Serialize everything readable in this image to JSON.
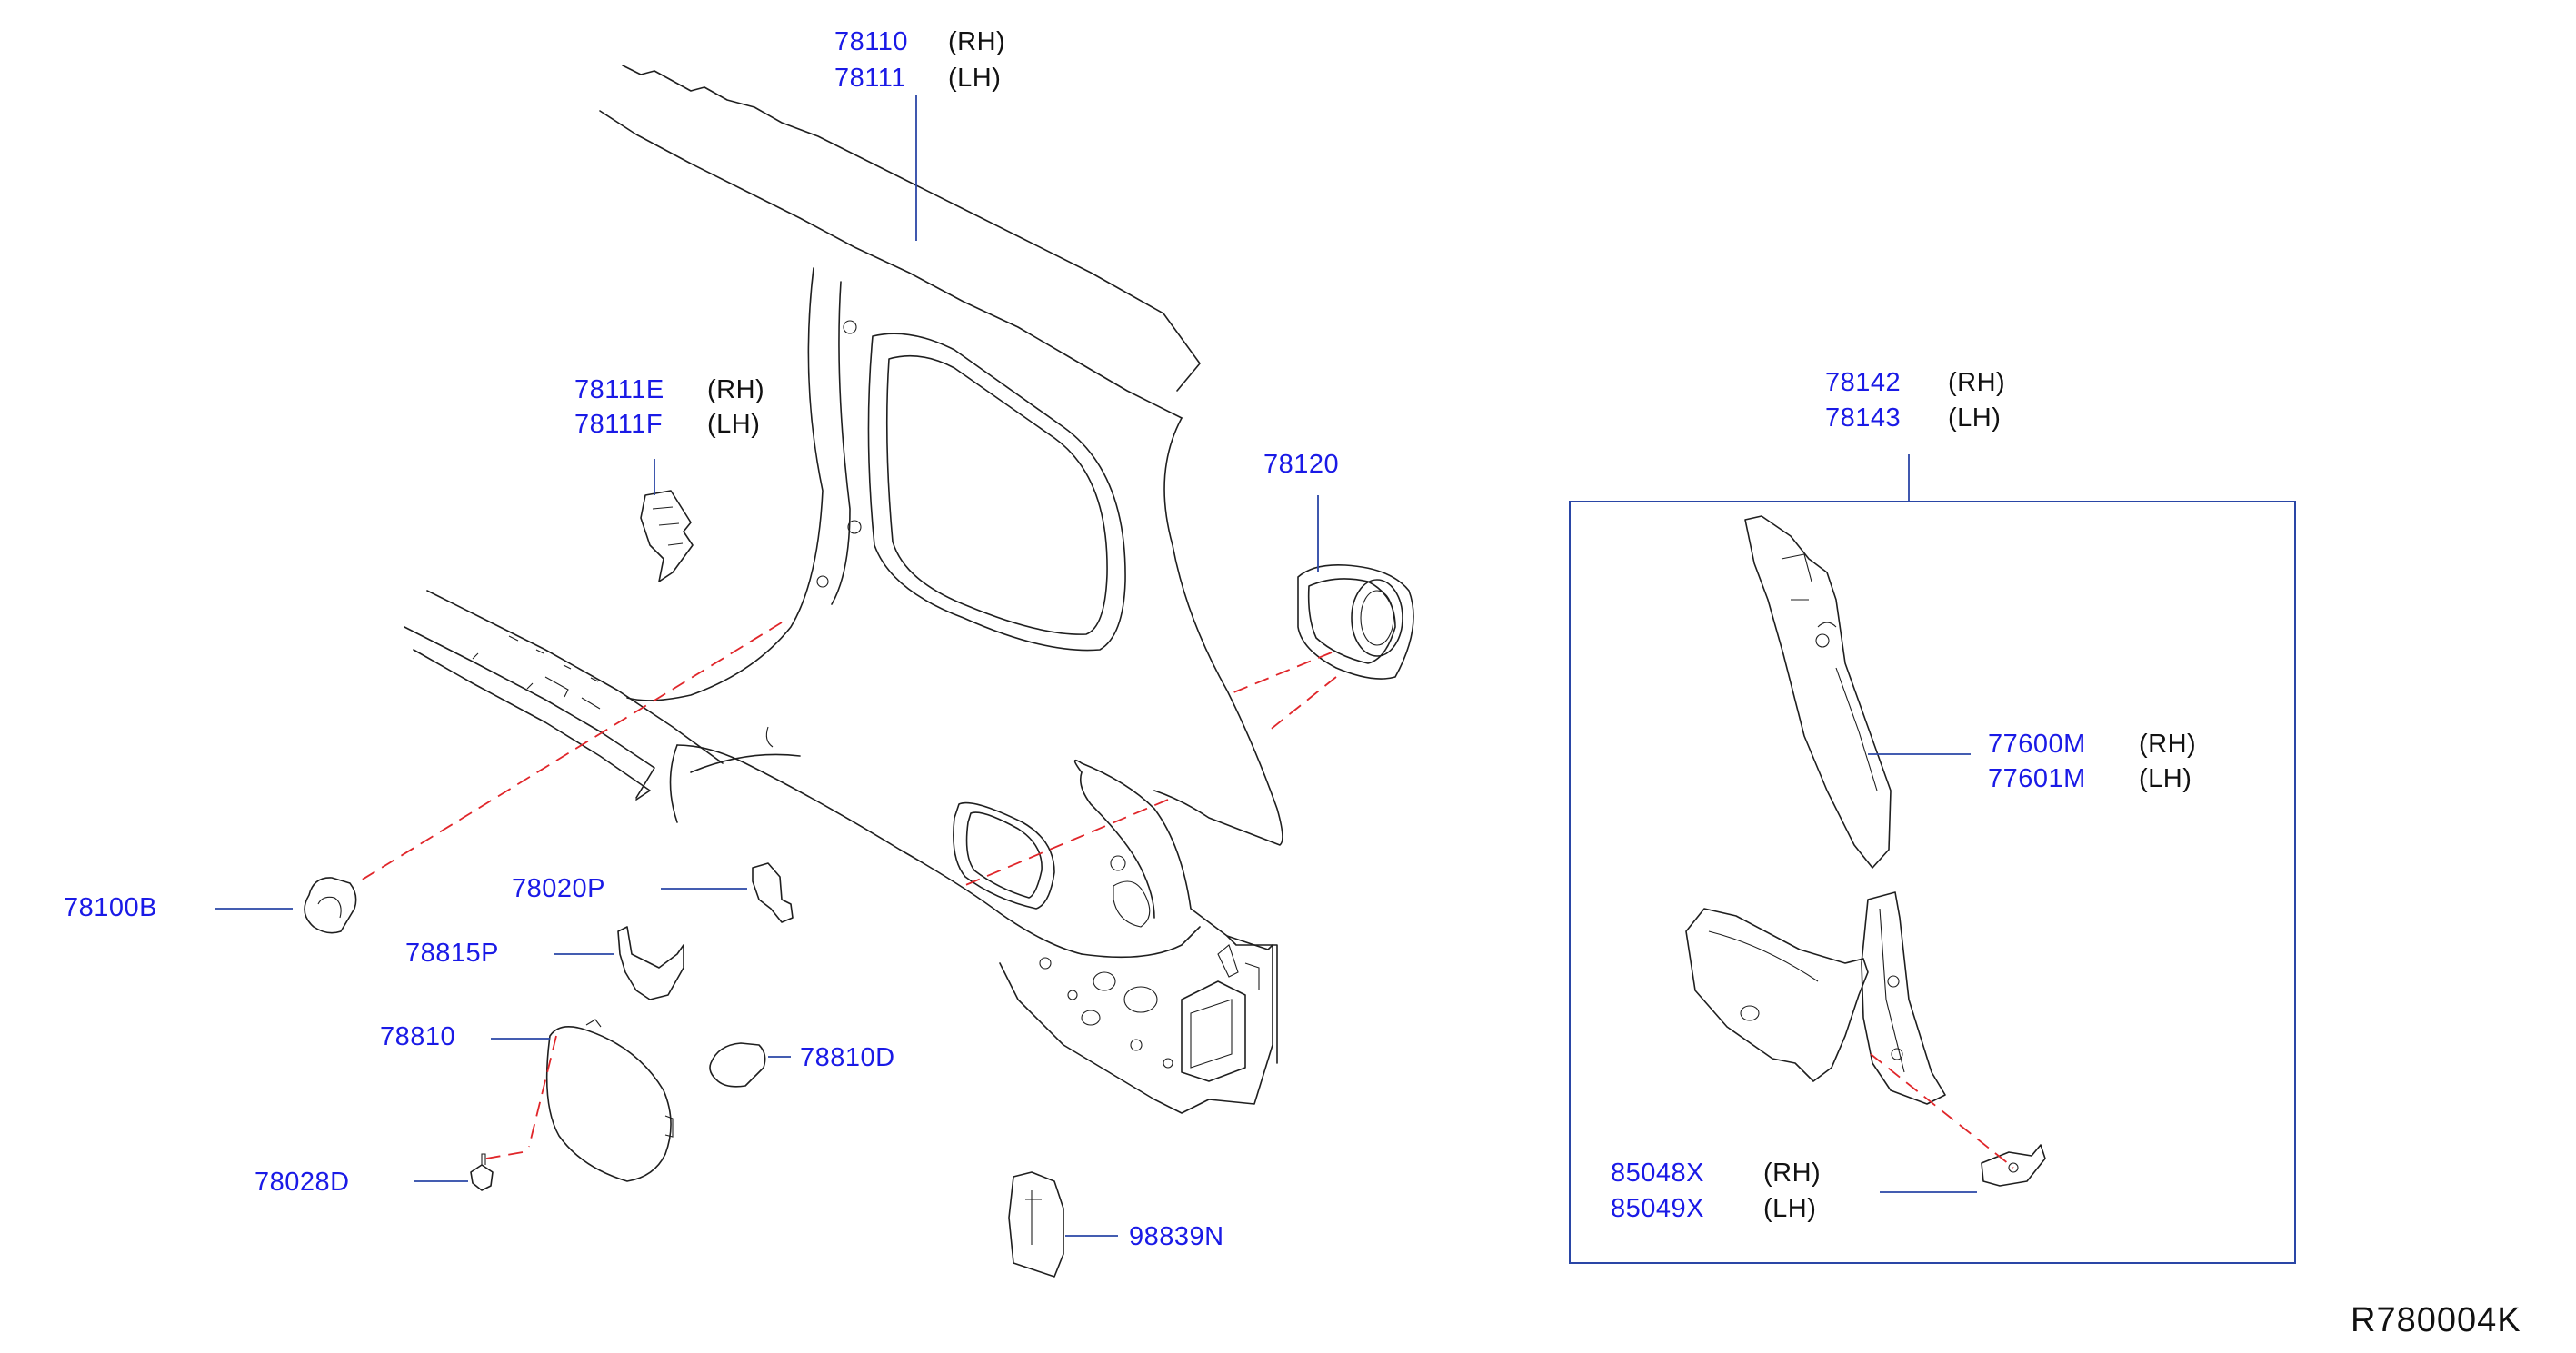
{
  "diagram": {
    "reference_code": "R780004K",
    "callouts": [
      {
        "id": "78110",
        "lines": [
          {
            "part": "78110",
            "side": "(RH)"
          },
          {
            "part": "78111",
            "side": "(LH)"
          }
        ]
      },
      {
        "id": "78111E",
        "lines": [
          {
            "part": "78111E",
            "side": "(RH)"
          },
          {
            "part": "78111F",
            "side": "(LH)"
          }
        ]
      },
      {
        "id": "78120",
        "lines": [
          {
            "part": "78120",
            "side": ""
          }
        ]
      },
      {
        "id": "78142",
        "lines": [
          {
            "part": "78142",
            "side": "(RH)"
          },
          {
            "part": "78143",
            "side": "(LH)"
          }
        ]
      },
      {
        "id": "77600M",
        "lines": [
          {
            "part": "77600M",
            "side": "(RH)"
          },
          {
            "part": "77601M",
            "side": "(LH)"
          }
        ]
      },
      {
        "id": "78100B",
        "lines": [
          {
            "part": "78100B",
            "side": ""
          }
        ]
      },
      {
        "id": "78020P",
        "lines": [
          {
            "part": "78020P",
            "side": ""
          }
        ]
      },
      {
        "id": "78815P",
        "lines": [
          {
            "part": "78815P",
            "side": ""
          }
        ]
      },
      {
        "id": "78810",
        "lines": [
          {
            "part": "78810",
            "side": ""
          }
        ]
      },
      {
        "id": "78810D",
        "lines": [
          {
            "part": "78810D",
            "side": ""
          }
        ]
      },
      {
        "id": "78028D",
        "lines": [
          {
            "part": "78028D",
            "side": ""
          }
        ]
      },
      {
        "id": "98839N",
        "lines": [
          {
            "part": "98839N",
            "side": ""
          }
        ]
      },
      {
        "id": "85048X",
        "lines": [
          {
            "part": "85048X",
            "side": "(RH)"
          },
          {
            "part": "85049X",
            "side": "(LH)"
          }
        ]
      }
    ]
  }
}
